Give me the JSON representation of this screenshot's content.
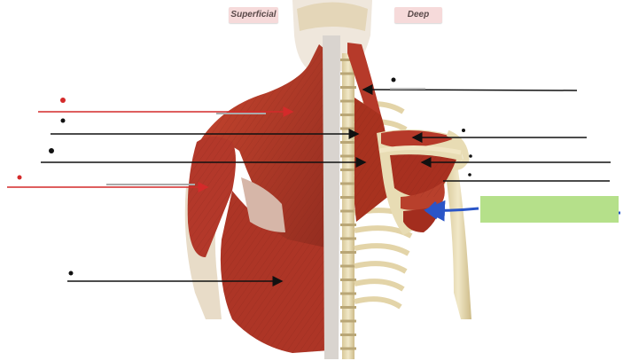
{
  "headers": {
    "superficial": "Superficial",
    "deep": "Deep"
  },
  "colors": {
    "muscle": "#b63a2a",
    "muscle_light": "#d66a50",
    "bone": "#e8dcb4",
    "bone_shadow": "#c9b98a",
    "skin": "#eae3d8",
    "header_bg": "#f6dada",
    "answer_box": "#b5e08a",
    "leader_black": "#111111",
    "leader_red": "#d42a2a",
    "highlight_arrow": "#2a55c8"
  },
  "leader_lines": [
    {
      "id": "line-1",
      "side": "deep",
      "color": "black"
    },
    {
      "id": "line-2",
      "side": "superficial",
      "color": "red"
    },
    {
      "id": "line-3",
      "side": "superficial",
      "color": "black"
    },
    {
      "id": "line-4",
      "side": "deep",
      "color": "black"
    },
    {
      "id": "line-5",
      "side": "superficial",
      "color": "black"
    },
    {
      "id": "line-6",
      "side": "deep",
      "color": "black"
    },
    {
      "id": "line-7",
      "side": "deep",
      "color": "black"
    },
    {
      "id": "line-8",
      "side": "superficial",
      "color": "red"
    },
    {
      "id": "line-9",
      "side": "deep",
      "color": "blue"
    },
    {
      "id": "line-10",
      "side": "superficial",
      "color": "black"
    }
  ]
}
